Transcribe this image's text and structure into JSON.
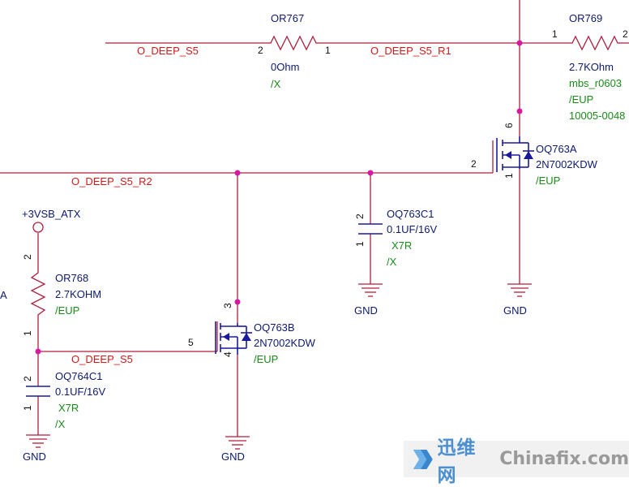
{
  "nets": {
    "o_deep_s5_top": "O_DEEP_S5",
    "o_deep_s5_r1": "O_DEEP_S5_R1",
    "o_deep_s5_r2": "O_DEEP_S5_R2",
    "o_deep_s5_bottom": "O_DEEP_S5",
    "power_3vsb": "+3VSB_ATX",
    "edge_partial": "A"
  },
  "or767": {
    "ref": "OR767",
    "value": "0Ohm",
    "attr": "/X",
    "pin_left": "2",
    "pin_right": "1"
  },
  "or769": {
    "ref": "OR769",
    "value": "2.7KOhm",
    "part": "mbs_r0603",
    "attr": "/EUP",
    "pn": "10005-0048",
    "pin_left": "1",
    "pin_right": "2"
  },
  "or768": {
    "ref": "OR768",
    "value": "2.7KOHM",
    "attr": "/EUP",
    "pin_top": "2",
    "pin_bottom": "1"
  },
  "oq763a": {
    "ref": "OQ763A",
    "value": "2N7002KDW",
    "attr": "/EUP",
    "pin_drain": "6",
    "pin_gate": "2",
    "pin_source": "1"
  },
  "oq763b": {
    "ref": "OQ763B",
    "value": "2N7002KDW",
    "attr": "/EUP",
    "pin_drain": "3",
    "pin_gate": "5",
    "pin_source": "4"
  },
  "oq763c1": {
    "ref": "OQ763C1",
    "value": "0.1UF/16V",
    "dielectric": "X7R",
    "attr": "/X",
    "pin_top": "2",
    "pin_bottom": "1"
  },
  "oq764c1": {
    "ref": "OQ764C1",
    "value": "0.1UF/16V",
    "dielectric": "X7R",
    "attr": "/X",
    "pin_top": "2",
    "pin_bottom": "1"
  },
  "gnd_labels": [
    "GND",
    "GND",
    "GND",
    "GND"
  ],
  "watermark": {
    "cn": "迅维网",
    "en": "Chinafix.com"
  },
  "colors": {
    "wire": "#b21e3c",
    "net_label": "#d61a1a",
    "ref": "#0d1a6e",
    "attr": "#1a8a1a",
    "junction": "#d61aa0"
  }
}
